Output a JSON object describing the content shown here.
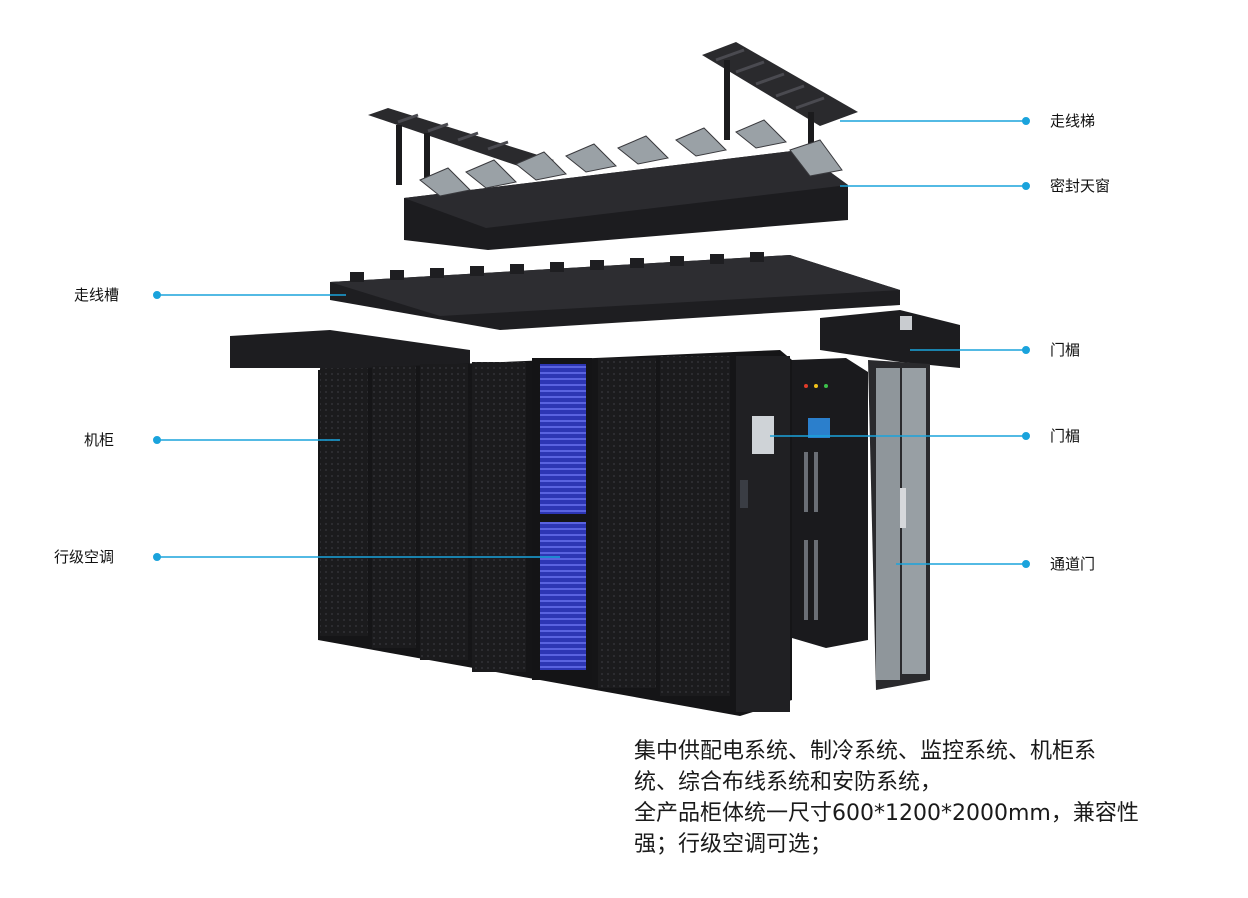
{
  "callouts": {
    "ladder": "走线梯",
    "skylight": "密封天窗",
    "trough": "走线槽",
    "door_header_top": "门楣",
    "cabinet": "机柜",
    "door_header_mid": "门楣",
    "row_ac": "行级空调",
    "aisle_door": "通道门"
  },
  "caption": {
    "line1": "集中供配电系统、制冷系统、监控系统、机柜系",
    "line2": "统、综合布线系统和安防系统，",
    "line3": "全产品柜体统一尺寸600*1200*2000mm，兼容性",
    "line4": "强；行级空调可选；"
  },
  "colors": {
    "leader": "#1aa3dc",
    "cabinet": "#1d1d1f",
    "cabinet_dark": "#101012",
    "ac_panel": "#3a44c8",
    "glass": "#8f969b"
  }
}
